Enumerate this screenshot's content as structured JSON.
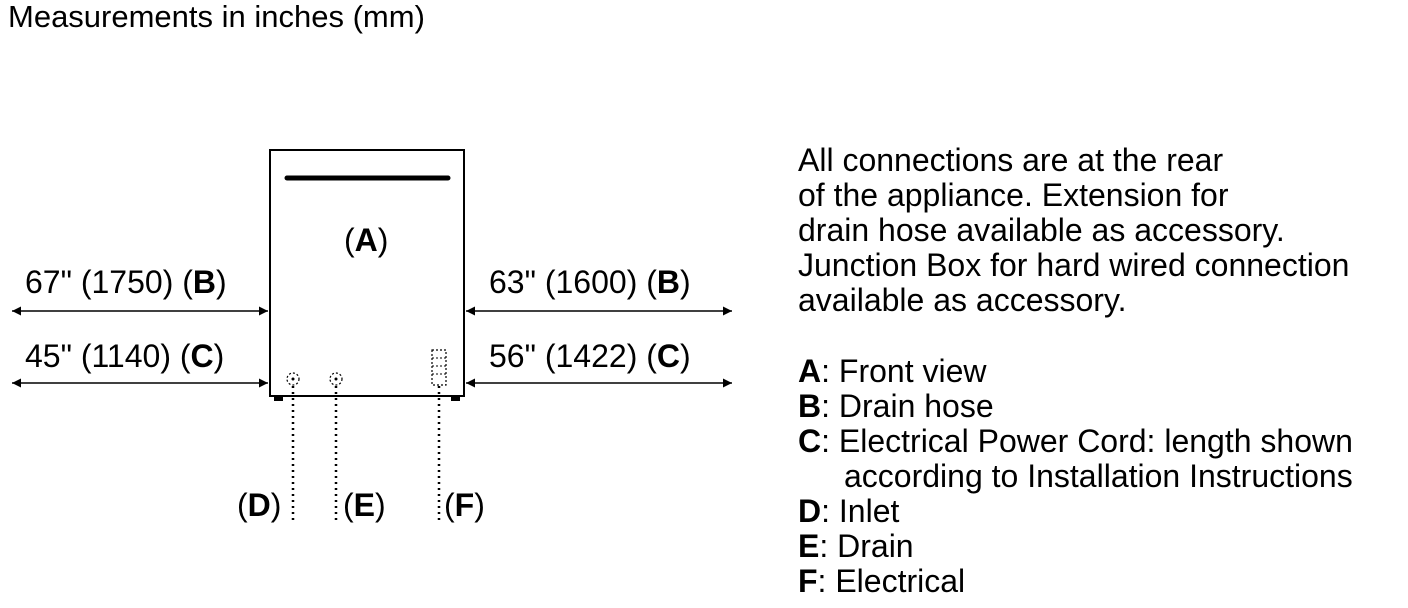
{
  "heading": "Measurements in inches (mm)",
  "appliance_label": {
    "open": "(",
    "key": "A",
    "close": ")"
  },
  "dimensions": {
    "left_b": {
      "value": "67\" (1750) (",
      "key": "B",
      "close": ")"
    },
    "left_c": {
      "value": "45\" (1140) (",
      "key": "C",
      "close": ")"
    },
    "right_b": {
      "value": "63\" (1600) (",
      "key": "B",
      "close": ")"
    },
    "right_c": {
      "value": "56\" (1422) (",
      "key": "C",
      "close": ")"
    }
  },
  "connections": {
    "d": {
      "open": "(",
      "key": "D",
      "close": ")"
    },
    "e": {
      "open": "(",
      "key": "E",
      "close": ")"
    },
    "f": {
      "open": "(",
      "key": "F",
      "close": ")"
    }
  },
  "notes": [
    "All connections are at the rear",
    "of the appliance. Extension for",
    "drain hose available as accessory.",
    "Junction Box for hard wired connection",
    "available as accessory."
  ],
  "legend": [
    {
      "key": "A",
      "text": ": Front view"
    },
    {
      "key": "B",
      "text": ": Drain hose"
    },
    {
      "key": "C",
      "text": ": Electrical Power Cord: length shown",
      "continuation": "according to Installation Instructions"
    },
    {
      "key": "D",
      "text": ": Inlet"
    },
    {
      "key": "E",
      "text": ": Drain"
    },
    {
      "key": "F",
      "text": ": Electrical"
    }
  ]
}
